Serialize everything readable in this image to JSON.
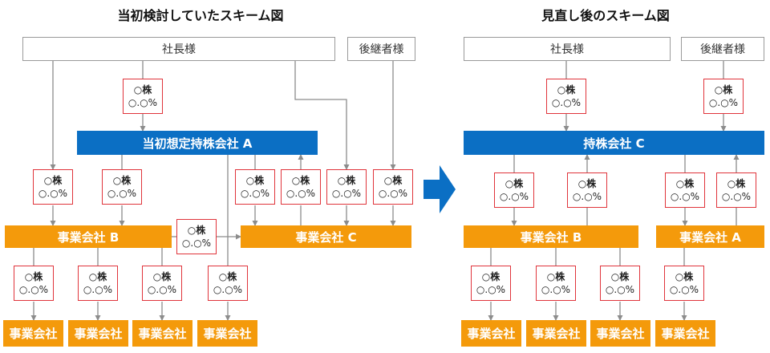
{
  "titles": {
    "left": "当初検討していたスキーム図",
    "right": "見直し後のスキーム図"
  },
  "labels": {
    "president": "社長様",
    "successor": "後継者様",
    "holding_a": "当初想定持株会社 A",
    "holding_c": "持株会社 C",
    "company_b": "事業会社 B",
    "company_c": "事業会社 C",
    "company_a": "事業会社 A",
    "company": "事業会社"
  },
  "share": {
    "line1": "○株",
    "line2": "○.○%"
  },
  "colors": {
    "holding": "#0b6fc4",
    "company": "#f49a0b",
    "share_border": "#e0343b",
    "line": "#8c8c8c",
    "arrow": "#0b6fc4"
  }
}
